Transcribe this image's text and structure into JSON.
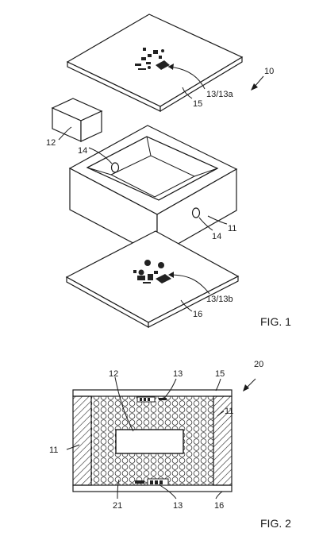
{
  "fig1": {
    "figure_label": "FIG. 1",
    "ref_10": "10",
    "ref_top_components": "13/13a",
    "ref_15": "15",
    "ref_12": "12",
    "ref_14_left": "14",
    "ref_14_right": "14",
    "ref_11": "11",
    "ref_bottom_components": "13/13b",
    "ref_16": "16"
  },
  "fig2": {
    "figure_label": "FIG. 2",
    "ref_20": "20",
    "ref_12": "12",
    "ref_13_top": "13",
    "ref_15": "15",
    "ref_11_right": "11",
    "ref_11_left": "11",
    "ref_21": "21",
    "ref_13_bottom": "13",
    "ref_16": "16"
  }
}
